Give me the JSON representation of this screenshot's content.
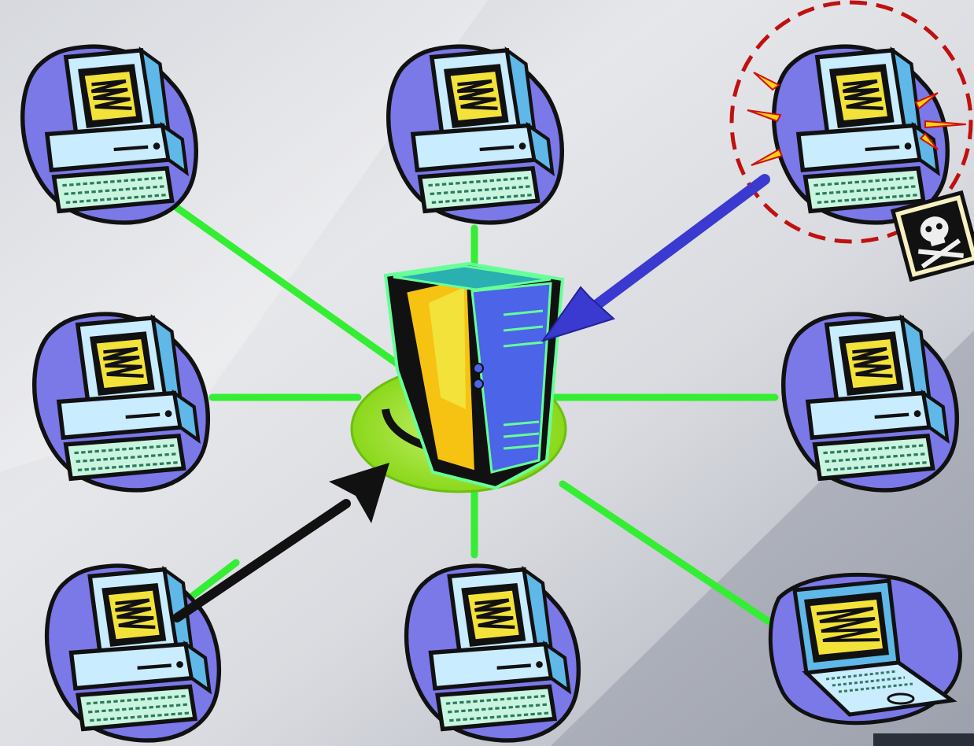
{
  "diagram": {
    "type": "star-network",
    "hub": {
      "icon": "server-tower-icon"
    },
    "nodes": [
      {
        "id": "pc-top-left",
        "icon": "desktop-computer-icon",
        "link": "green-line"
      },
      {
        "id": "pc-top-center",
        "icon": "desktop-computer-icon",
        "link": "green-line"
      },
      {
        "id": "pc-top-right",
        "icon": "desktop-computer-icon",
        "link": "blue-arrow-to-hub",
        "status": "infected",
        "badge": "skull-crossbones-icon",
        "highlight": "red-dashed-circle"
      },
      {
        "id": "pc-middle-left",
        "icon": "desktop-computer-icon",
        "link": "green-line"
      },
      {
        "id": "pc-middle-right",
        "icon": "desktop-computer-icon",
        "link": "green-line"
      },
      {
        "id": "pc-bottom-left",
        "icon": "desktop-computer-icon",
        "link": "black-arrow-to-hub"
      },
      {
        "id": "pc-bottom-center",
        "icon": "desktop-computer-icon",
        "link": "green-line"
      },
      {
        "id": "laptop-bottom-right",
        "icon": "laptop-computer-icon",
        "link": "green-line"
      }
    ],
    "colors": {
      "link": "#33ee33",
      "attack_arrow": "#3a3ad0",
      "client_arrow": "#111111",
      "alert_circle": "#c01010",
      "blob": "#7b78e8",
      "screen": "#f2e23a",
      "hub_base": "#9be020"
    }
  }
}
